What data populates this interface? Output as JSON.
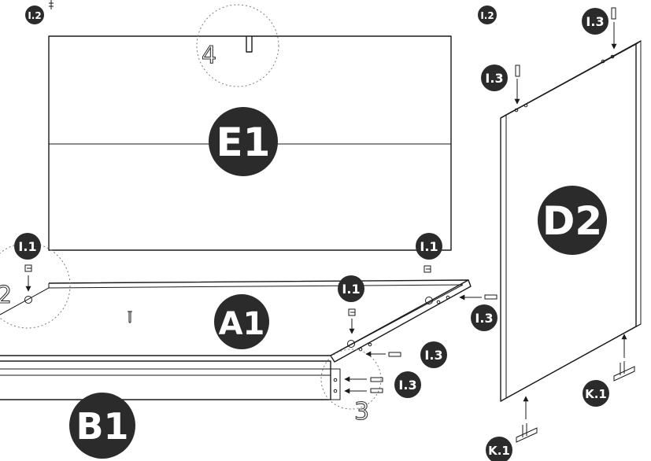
{
  "panels": {
    "e1": "E1",
    "d2": "D2",
    "a1": "A1",
    "b1": "B1"
  },
  "hardware": {
    "i1": "I.1",
    "i2": "I.2",
    "i3": "I.3",
    "k1": "K.1"
  },
  "steps": {
    "step_4": "4",
    "step_3": "3",
    "step_2": "2"
  },
  "colors": {
    "badge_fill": "#2b2b2b",
    "line": "#1a1a1a"
  }
}
